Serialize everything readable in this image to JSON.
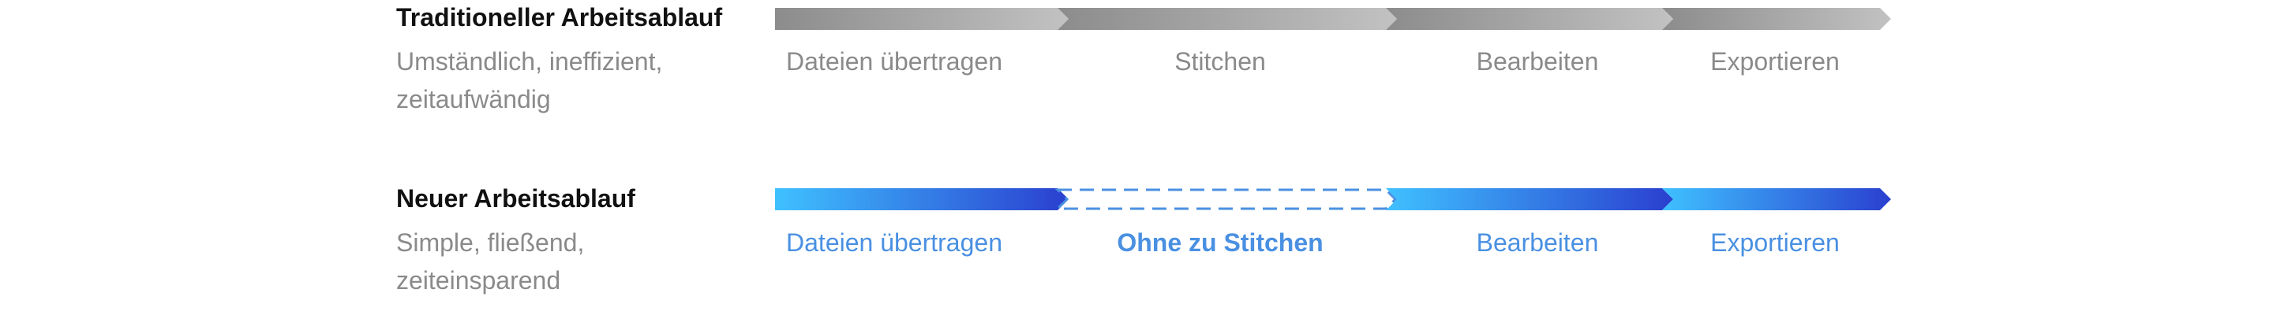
{
  "colors": {
    "traditional_gray_dark": "#8c8c8c",
    "traditional_gray_light": "#c2c2c2",
    "new_blue_light": "#3fc1ff",
    "new_blue_dark": "#2a3fcf",
    "label_gray": "#8a8a8a",
    "label_blue": "#4a90e2"
  },
  "traditional": {
    "title": "Traditioneller Arbeitsablauf",
    "desc_line1": "Umständlich, ineffizient,",
    "desc_line2": "zeitaufwändig",
    "steps": [
      "Dateien übertragen",
      "Stitchen",
      "Bearbeiten",
      "Exportieren"
    ]
  },
  "new": {
    "title": "Neuer Arbeitsablauf",
    "desc_line1": "Simple, fließend,",
    "desc_line2": "zeiteinsparend",
    "steps": [
      "Dateien übertragen",
      "Ohne zu Stitchen",
      "Bearbeiten",
      "Exportieren"
    ]
  }
}
